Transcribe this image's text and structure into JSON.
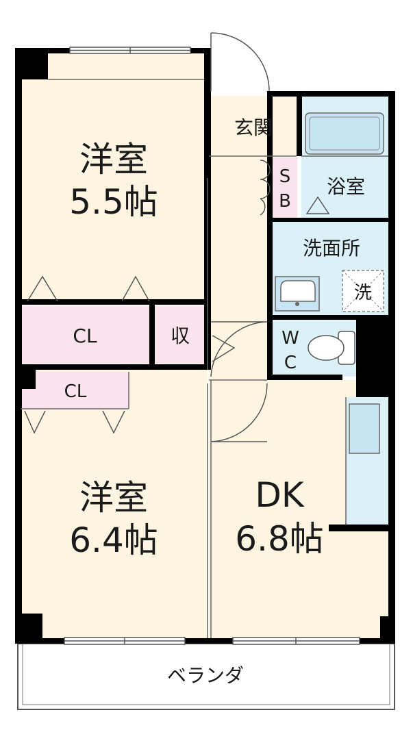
{
  "rooms": {
    "western_room_1": {
      "name": "洋室",
      "size": "5.5帖"
    },
    "western_room_2": {
      "name": "洋室",
      "size": "6.4帖"
    },
    "dining_kitchen": {
      "name": "DK",
      "size": "6.8帖"
    },
    "entrance": "玄関",
    "bathroom": "浴室",
    "washroom": "洗面所",
    "washer_space": "洗",
    "shoe_box_line1": "S",
    "shoe_box_line2": "B",
    "toilet_line1": "W",
    "toilet_line2": "C",
    "closet_1": "CL",
    "closet_2": "CL",
    "storage": "収",
    "veranda": "ベランダ"
  },
  "colors": {
    "room_floor": "#fdf5e2",
    "closet": "#fae3ec",
    "wet_area": "#dcf0f8",
    "wall": "#000000",
    "line": "#666666"
  }
}
